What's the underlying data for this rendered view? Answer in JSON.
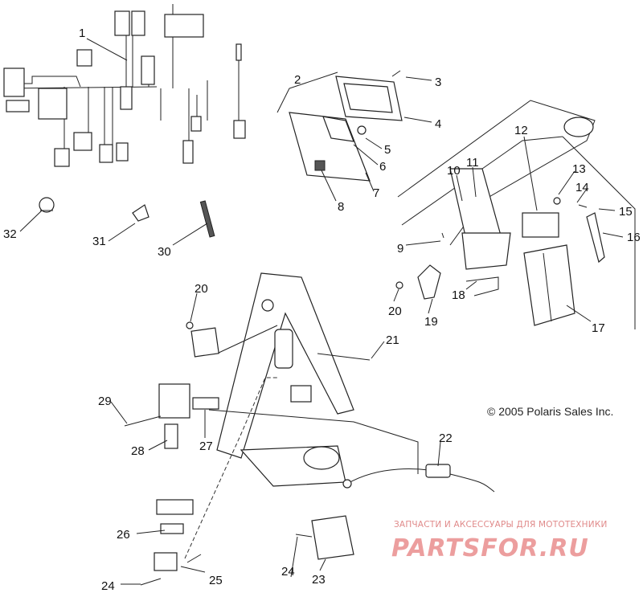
{
  "copyright": "© 2005 Polaris Sales Inc.",
  "watermark": {
    "tagline": "ЗАПЧАСТИ И АКСЕССУАРЫ ДЛЯ МОТОТЕХНИКИ",
    "brand": "PARTSFOR.RU"
  },
  "callouts": [
    "1",
    "2",
    "3",
    "4",
    "5",
    "6",
    "7",
    "8",
    "9",
    "10",
    "11",
    "12",
    "13",
    "14",
    "15",
    "16",
    "17",
    "18",
    "19",
    "20",
    "20",
    "21",
    "22",
    "23",
    "24",
    "24",
    "25",
    "26",
    "27",
    "28",
    "29",
    "30",
    "31",
    "32"
  ]
}
